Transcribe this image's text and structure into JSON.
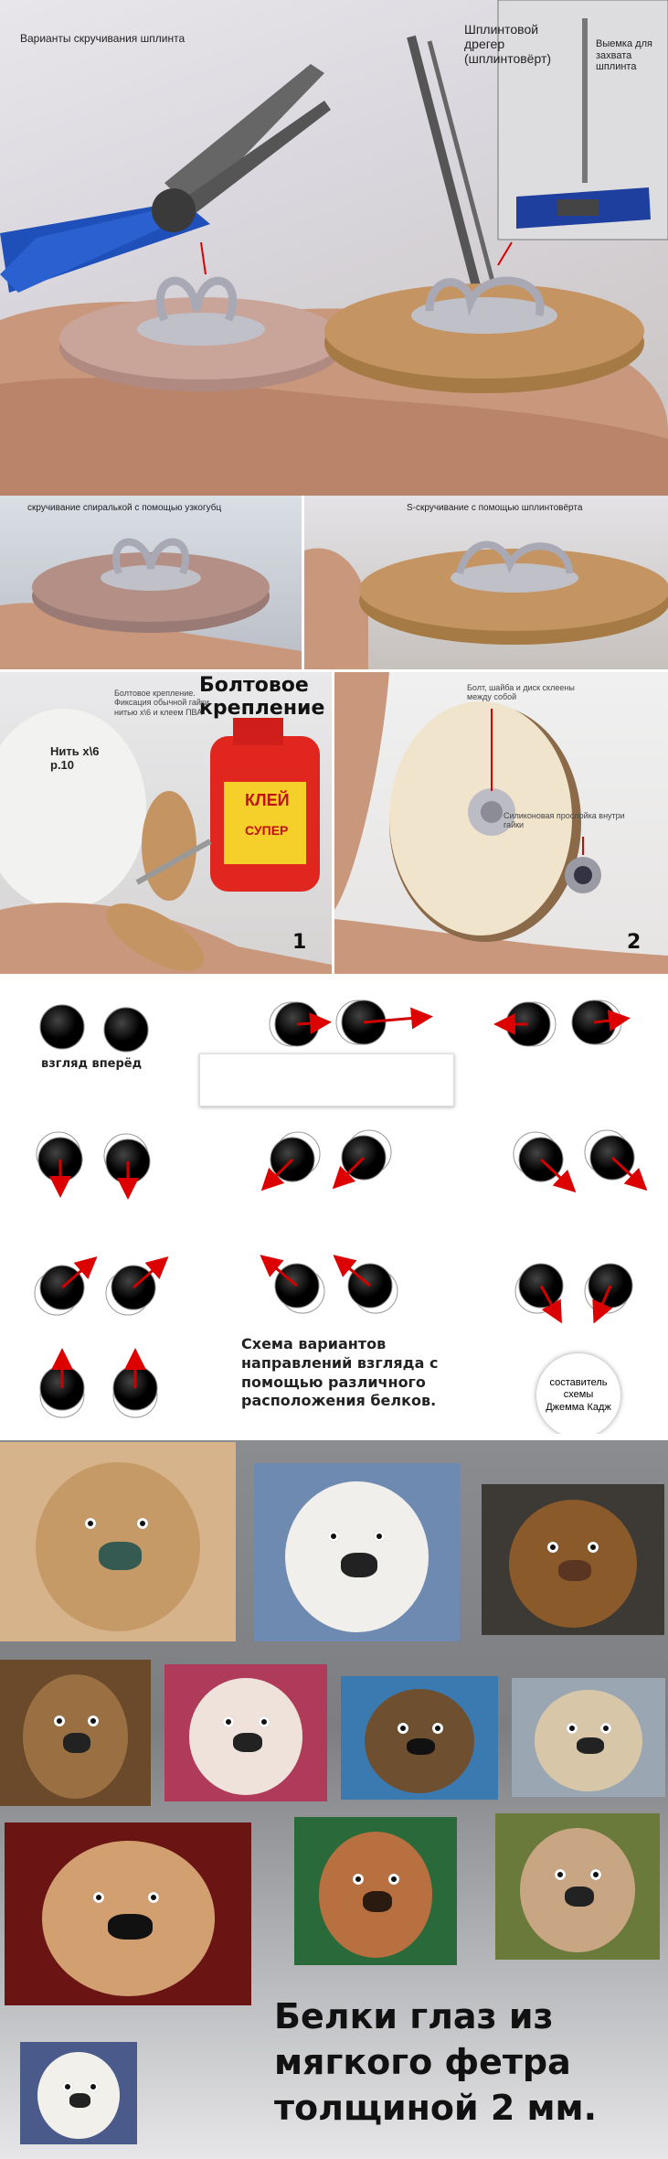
{
  "section1": {
    "label_left": "Варианты скручивания шплинта",
    "label_tool": "Шплинтовой дрегер (шплинтовёрт)",
    "label_notch": "Выемка для захвата шплинта"
  },
  "section2": {
    "label_left": "скручивание спиралькой с помощью узкогубц",
    "label_right": "S-скручивание с помощью шплинтовёрта"
  },
  "section3": {
    "title": "Болтовое крепление",
    "thread_label": "Нить х\\6 р.10",
    "note_left": "Болтовое крепление. Фиксация обычной гайки нитью х\\6 и клеем ПВА",
    "note_right": "Болт, шайба и диск склеены между собой",
    "note_gasket": "Силиконовая прослойка внутри гайки",
    "glue_label": "КЛЕЙ",
    "glue_super": "СУПЕР",
    "num1": "1",
    "num2": "2"
  },
  "section4": {
    "forward_label": "взгляд вперёд",
    "caption": "Схема вариантов направлений взгляда с помощью различного расположения белков.",
    "author": "составитель схемы Джемма Кадж"
  },
  "section5": {
    "caption_line1": "Белки глаз из",
    "caption_line2": "мягкого фетра",
    "caption_line3": "толщиной 2 мм."
  },
  "colors": {
    "arrow": "#d00000",
    "bg_dark": "#4a4a4a"
  }
}
